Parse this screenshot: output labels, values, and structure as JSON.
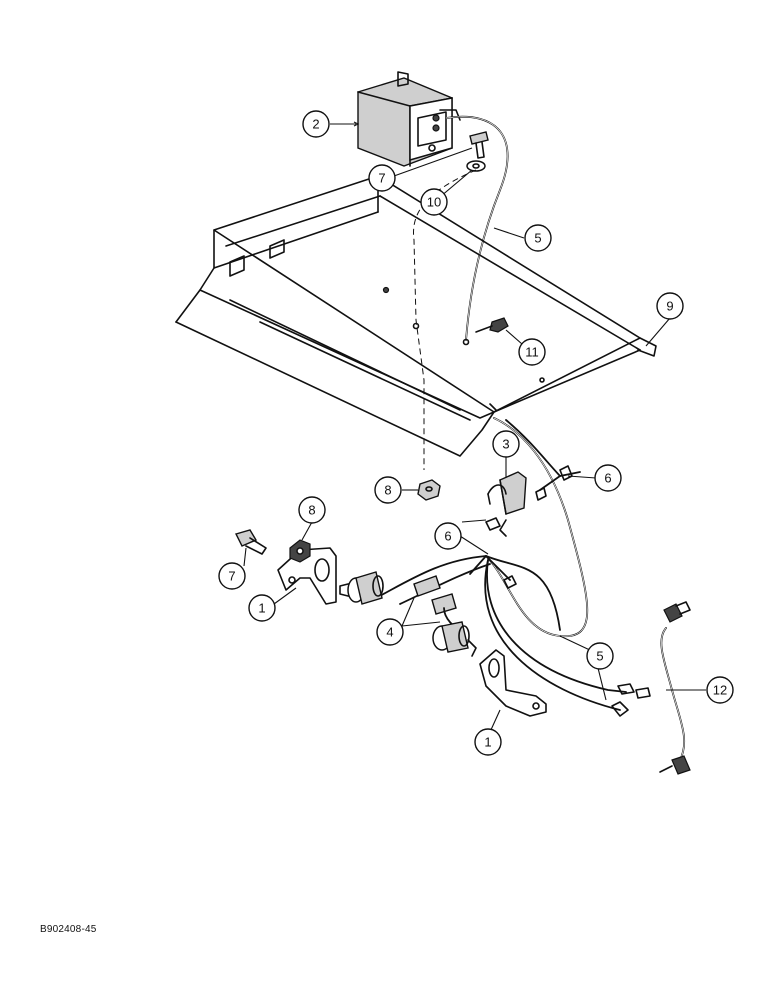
{
  "figure_code": "B902408-45",
  "callouts": [
    {
      "id": "c2",
      "label": "2"
    },
    {
      "id": "c7a",
      "label": "7"
    },
    {
      "id": "c10",
      "label": "10"
    },
    {
      "id": "c5a",
      "label": "5"
    },
    {
      "id": "c9",
      "label": "9"
    },
    {
      "id": "c11",
      "label": "11"
    },
    {
      "id": "c3",
      "label": "3"
    },
    {
      "id": "c6a",
      "label": "6"
    },
    {
      "id": "c8a",
      "label": "8"
    },
    {
      "id": "c6b",
      "label": "6"
    },
    {
      "id": "c8b",
      "label": "8"
    },
    {
      "id": "c7b",
      "label": "7"
    },
    {
      "id": "c1a",
      "label": "1"
    },
    {
      "id": "c4",
      "label": "4"
    },
    {
      "id": "c5b",
      "label": "5"
    },
    {
      "id": "c12",
      "label": "12"
    },
    {
      "id": "c1b",
      "label": "1"
    }
  ]
}
